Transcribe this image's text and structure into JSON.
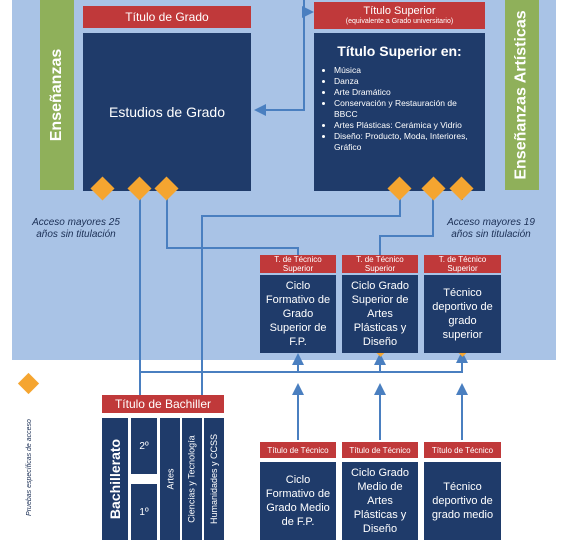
{
  "left_banner": "Enseñanzas",
  "right_banner": "Enseñanzas Artísticas",
  "grado": {
    "header": "Título de Grado",
    "body": "Estudios de Grado"
  },
  "superior": {
    "header_line1": "Título Superior",
    "header_line2": "(equivalente a Grado universitario)",
    "title": "Título Superior en:",
    "items": [
      "Música",
      "Danza",
      "Arte Dramático",
      "Conservación y Restauración de BBCC",
      "Artes Plásticas: Cerámica y Vidrio",
      "Diseño: Producto, Moda, Interiores, Gráfico"
    ]
  },
  "notes": {
    "acceso_25": "Acceso mayores 25 años sin titulación",
    "acceso_19": "Acceso mayores 19 años sin titulación"
  },
  "tecnico_superior": [
    {
      "header_line1": "T. de Técnico",
      "header_line2": "Superior",
      "body": "Ciclo Formativo de Grado Superior de F.P."
    },
    {
      "header_line1": "T. de Técnico",
      "header_line2": "Superior",
      "body": "Ciclo Grado Superior de Artes Plásticas y Diseño"
    },
    {
      "header_line1": "T. de Técnico",
      "header_line2": "Superior",
      "body": "Técnico deportivo de grado superior"
    }
  ],
  "bachiller": {
    "header": "Título de Bachiller",
    "label": "Bachillerato",
    "year2": "2º",
    "year1": "1º",
    "modalities": [
      "Artes",
      "Ciencias y Tecnología",
      "Humanidades y CCSS"
    ]
  },
  "tecnico_medio": [
    {
      "header": "Título de Técnico",
      "body": "Ciclo Formativo de Grado Medio de F.P."
    },
    {
      "header": "Título de Técnico",
      "body": "Ciclo Grado Medio de Artes Plásticas y Diseño"
    },
    {
      "header": "Título de Técnico",
      "body": "Técnico deportivo de grado medio"
    }
  ],
  "legend": "Pruebas específicas de acceso",
  "colors": {
    "navy": "#1f3b6a",
    "red": "#c0393a",
    "green": "#8fb05a",
    "orange": "#f5a530",
    "bg": "#a9c3e6",
    "arrow": "#4a7fc0"
  }
}
